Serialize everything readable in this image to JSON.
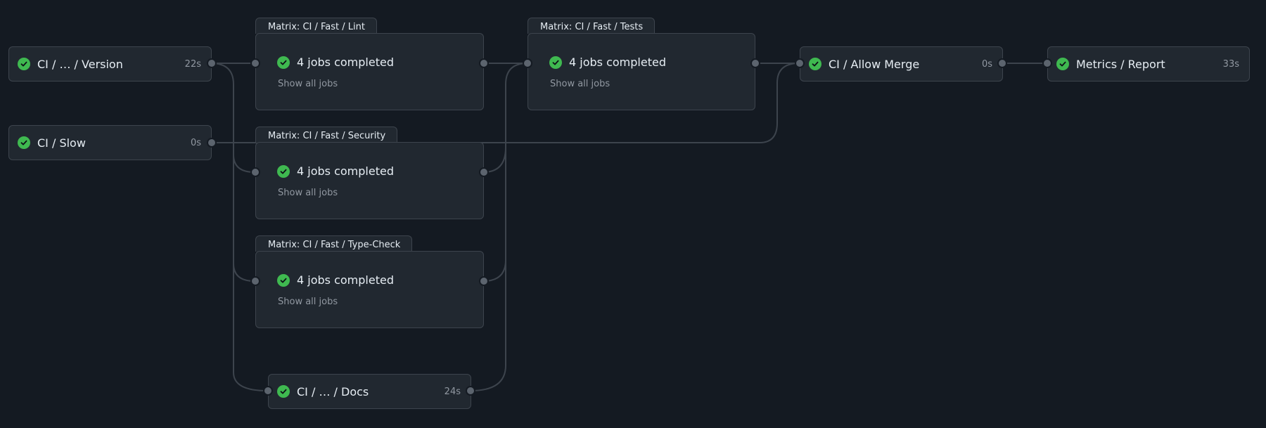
{
  "jobs": {
    "version": {
      "name": "CI / … / Version",
      "duration": "22s"
    },
    "slow": {
      "name": "CI / Slow",
      "duration": "0s"
    },
    "docs": {
      "name": "CI / … / Docs",
      "duration": "24s"
    },
    "allow_merge": {
      "name": "CI / Allow Merge",
      "duration": "0s"
    },
    "metrics": {
      "name": "Metrics / Report",
      "duration": "33s"
    }
  },
  "matrices": {
    "lint": {
      "label": "Matrix: CI / Fast / Lint",
      "summary": "4 jobs completed",
      "link": "Show all jobs"
    },
    "security": {
      "label": "Matrix: CI / Fast / Security",
      "summary": "4 jobs completed",
      "link": "Show all jobs"
    },
    "typecheck": {
      "label": "Matrix: CI / Fast / Type-Check",
      "summary": "4 jobs completed",
      "link": "Show all jobs"
    },
    "tests": {
      "label": "Matrix: CI / Fast / Tests",
      "summary": "4 jobs completed",
      "link": "Show all jobs"
    }
  },
  "icons": {
    "status": "check-circle-icon"
  },
  "colors": {
    "background": "#141a22",
    "card": "#212830",
    "border": "#3d444d",
    "success": "#3fb950",
    "text": "#e6edf3",
    "muted": "#9198a1"
  }
}
